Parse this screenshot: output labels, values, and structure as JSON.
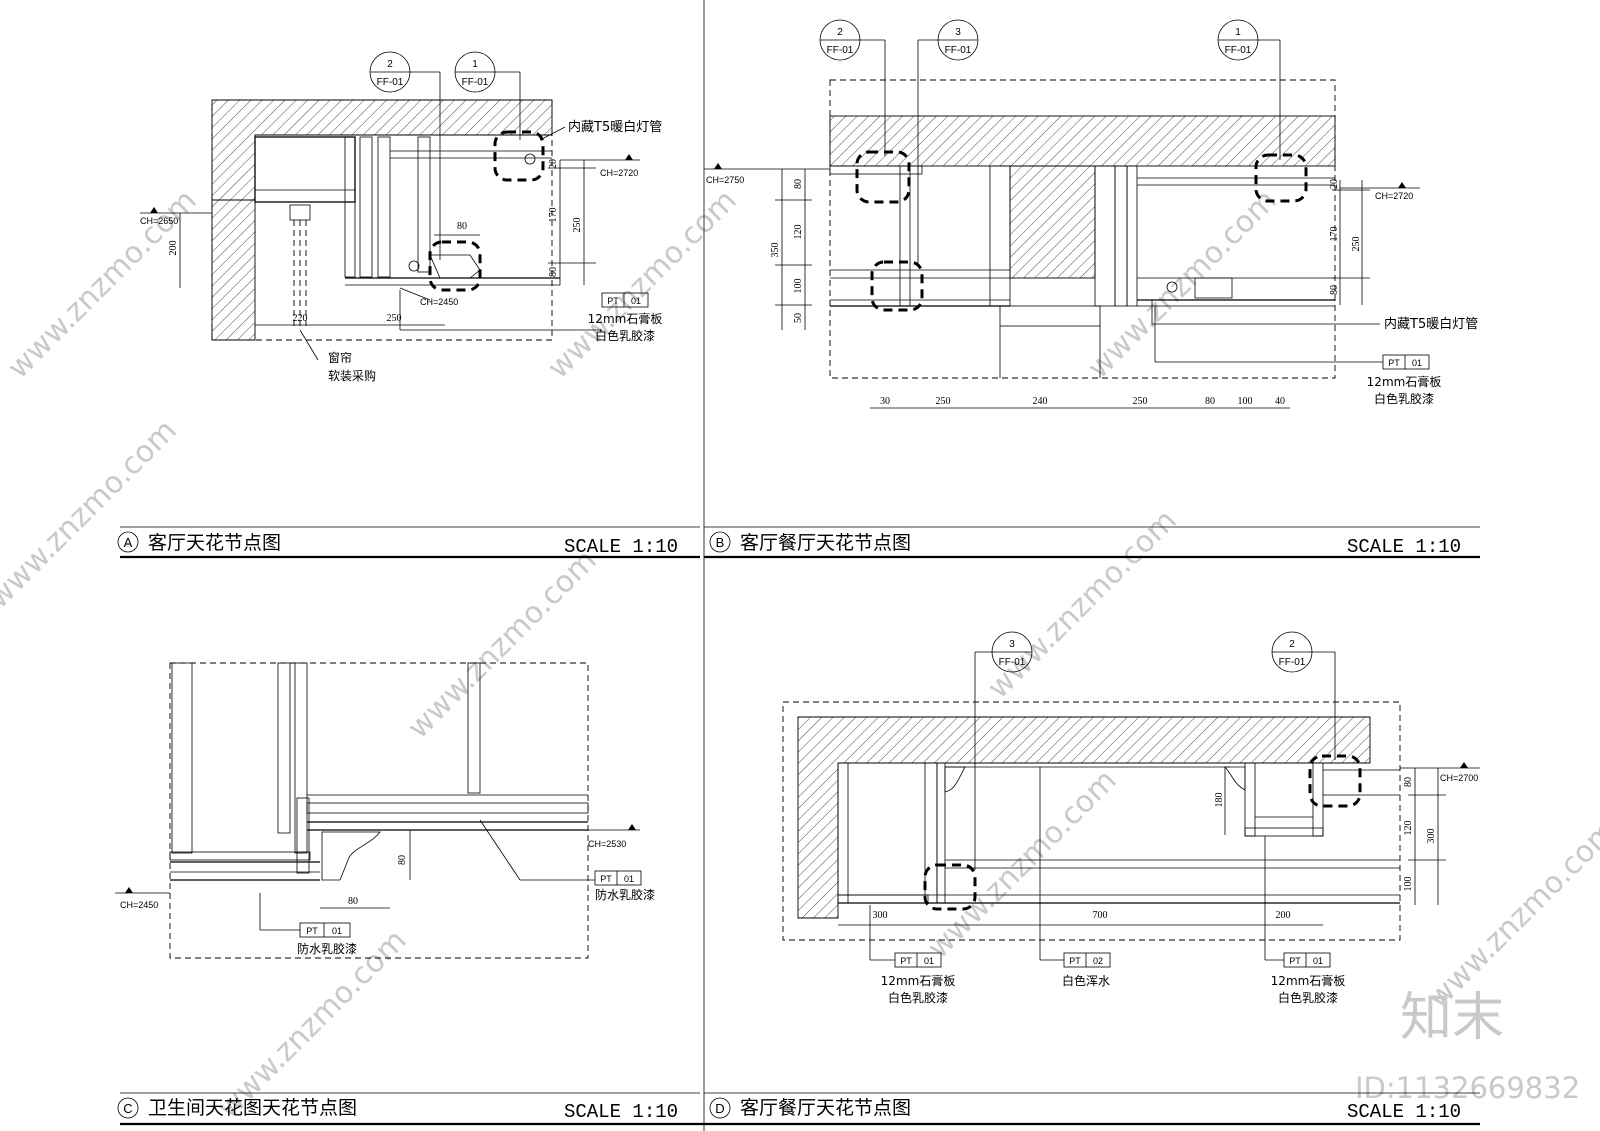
{
  "watermarks": {
    "site": "www.znzmo.com",
    "logo": "知末",
    "id": "ID:1132669832"
  },
  "panels": {
    "a": {
      "letter": "A",
      "title": "客厅天花节点图",
      "scale": "SCALE 1:10",
      "callouts": [
        {
          "num": "2",
          "ref": "FF-01"
        },
        {
          "num": "1",
          "ref": "FF-01"
        }
      ],
      "note_lamp": "内藏T5暖白灯管",
      "ch_levels": [
        "CH=2720",
        "CH=2650",
        "CH=2450"
      ],
      "dims": [
        "20",
        "170",
        "250",
        "80",
        "200",
        "80",
        "220",
        "250"
      ],
      "pt_tag": {
        "code": "PT",
        "num": "01"
      },
      "material": [
        "12mm石膏板",
        "白色乳胶漆"
      ],
      "curtain": [
        "窗帘",
        "软装采购"
      ]
    },
    "b": {
      "letter": "B",
      "title": "客厅餐厅天花节点图",
      "scale": "SCALE 1:10",
      "callouts": [
        {
          "num": "2",
          "ref": "FF-01"
        },
        {
          "num": "3",
          "ref": "FF-01"
        },
        {
          "num": "1",
          "ref": "FF-01"
        }
      ],
      "ch_levels": [
        "CH=2750",
        "CH=2720"
      ],
      "dims_left": [
        "80",
        "120",
        "350",
        "100",
        "50"
      ],
      "dims_right": [
        "20",
        "170",
        "250",
        "80"
      ],
      "dims_bottom": [
        "30",
        "250",
        "240",
        "250",
        "80",
        "100",
        "40"
      ],
      "note_lamp": "内藏T5暖白灯管",
      "pt_tag": {
        "code": "PT",
        "num": "01"
      },
      "material": [
        "12mm石膏板",
        "白色乳胶漆"
      ]
    },
    "c": {
      "letter": "C",
      "title": "卫生间天花图天花节点图",
      "scale": "SCALE 1:10",
      "ch_levels": [
        "CH=2530",
        "CH=2450"
      ],
      "dims": [
        "80",
        "80"
      ],
      "pt_tag_1": {
        "code": "PT",
        "num": "01"
      },
      "material_1": "防水乳胶漆",
      "pt_tag_2": {
        "code": "PT",
        "num": "01"
      },
      "material_2": "防水乳胶漆"
    },
    "d": {
      "letter": "D",
      "title": "客厅餐厅天花节点图",
      "scale": "SCALE 1:10",
      "callouts": [
        {
          "num": "3",
          "ref": "FF-01"
        },
        {
          "num": "2",
          "ref": "FF-01"
        }
      ],
      "ch_levels": [
        "CH=2700"
      ],
      "dims_right": [
        "80",
        "120",
        "300",
        "100"
      ],
      "dim_mid": "180",
      "dims_bottom": [
        "300",
        "700",
        "200"
      ],
      "pt_tag_1": {
        "code": "PT",
        "num": "01"
      },
      "material_1": [
        "12mm石膏板",
        "白色乳胶漆"
      ],
      "pt_tag_2": {
        "code": "PT",
        "num": "02"
      },
      "material_2": "白色浑水",
      "pt_tag_3": {
        "code": "PT",
        "num": "01"
      },
      "material_3": [
        "12mm石膏板",
        "白色乳胶漆"
      ]
    }
  }
}
